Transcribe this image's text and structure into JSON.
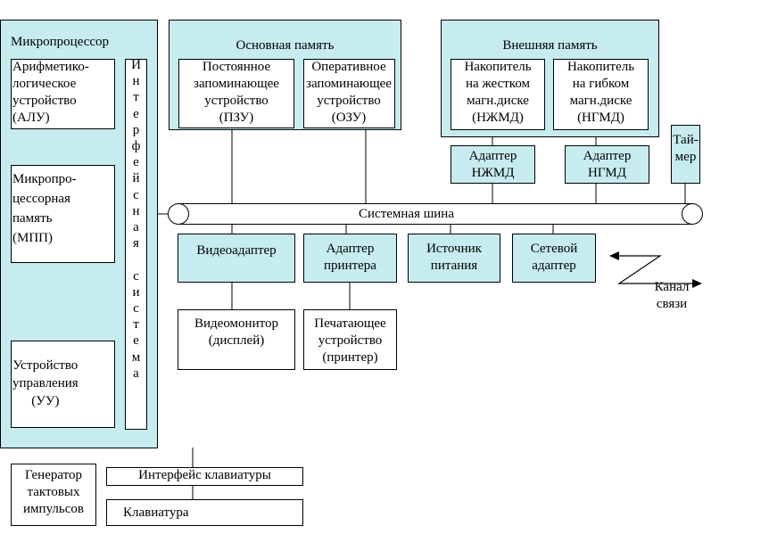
{
  "diagram": {
    "microprocessor": {
      "title": "Микропроцессор",
      "alu": "Арифметико-\nлогическое\nустройство\n(АЛУ)",
      "mpp": "Микропро-\nцессорная\nпамять\n(МПП)",
      "uu": "Устройство\nуправления\n(УУ)",
      "interface_system": "И\nн\nт\nе\nр\nф\nе\nй\nс\nн\nа\nя\n\nс\nи\nс\nт\nе\nм\nа"
    },
    "main_memory": {
      "title": "Основная память",
      "rom": "Постоянное\nзапоминающее\nустройство\n(ПЗУ)",
      "ram": "Оперативное\nзапоминающее\nустройство\n(ОЗУ)"
    },
    "external_memory": {
      "title": "Внешняя память",
      "hdd": "Накопитель\nна жестком\nмагн.диске\n(НЖМД)",
      "fdd": "Накопитель\nна гибком\nмагн.диске\n(НГМД)"
    },
    "hdd_adapter": "Адаптер\nНЖМД",
    "fdd_adapter": "Адаптер\nНГМД",
    "timer": "Тай-\nмер",
    "system_bus": "Системная шина",
    "video_adapter": "Видеоадаптер",
    "printer_adapter": "Адаптер\nпринтера",
    "power_supply": "Источник\nпитания",
    "network_adapter": "Сетевой\nадаптер",
    "channel": "Канал\nсвязи",
    "monitor": "Видеомонитор\n(дисплей)",
    "printer": "Печатающее\nустройство\n(принтер)",
    "clock_generator": "Генератор\nтактовых\nимпульсов",
    "keyboard_interface": "Интерфейс клавиатуры",
    "keyboard": "Клавиатура",
    "colors": {
      "block_fill": "#c6ecef",
      "line": "#000000",
      "background": "#ffffff"
    }
  }
}
